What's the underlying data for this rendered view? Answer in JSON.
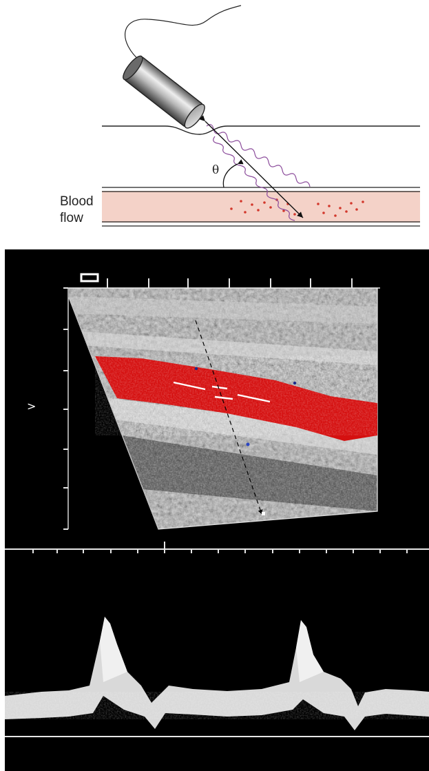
{
  "labels": {
    "theta": "θ",
    "blood_line1": "Blood",
    "blood_line2": "flow",
    "scan_marker": ">"
  },
  "colors": {
    "vessel_fill": "#f4d2c8",
    "particles": "#d2382c",
    "wave": "#8a4a9a",
    "doppler_flow": "#d51010",
    "scan_background": "#000000"
  },
  "icons": [
    "transducer-probe-icon",
    "beam-arrow-icon",
    "angle-arc-icon"
  ]
}
